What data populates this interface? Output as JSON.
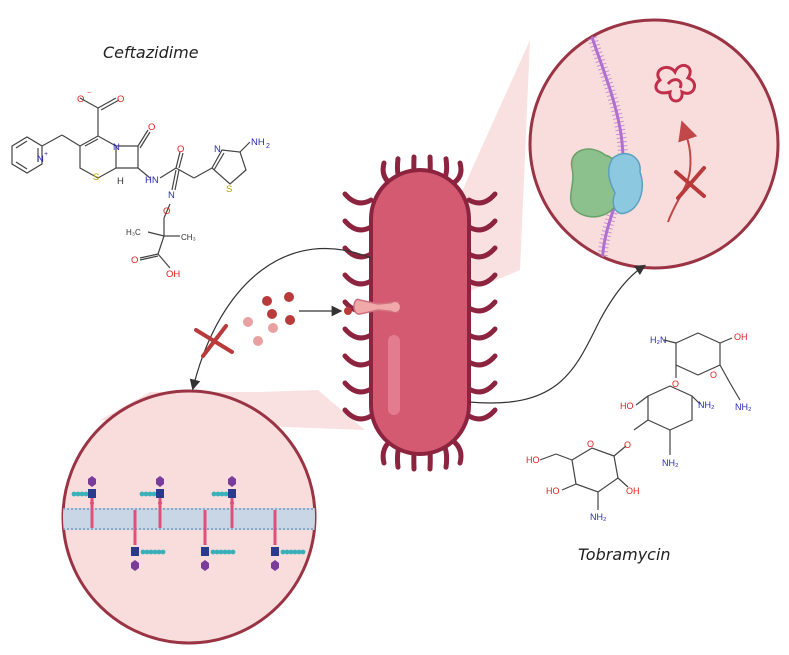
{
  "drugs": {
    "ceftazidime": "Ceftazidime",
    "tobramycin": "Tobramycin"
  },
  "ceftazidime_atoms": {
    "o_minus": "O",
    "charge": "−",
    "o": "O",
    "n_plus": "N",
    "plus": "+",
    "n": "N",
    "s": "S",
    "h": "H",
    "hn": "HN",
    "nh2": "NH",
    "nh2_sub": "2",
    "o_n": "O",
    "n_imine": "N",
    "ch3_a": "H₃C",
    "ch3_b": "CH₃",
    "o_acid": "O",
    "oh": "OH",
    "n_thiazole": "N",
    "s_thiazole": "S",
    "o_amide": "O"
  },
  "tobramycin_atoms": {
    "h2n": "H₂N",
    "oh_top": "OH",
    "o_ring1": "O",
    "o_link1": "O",
    "nh2_side": "NH₂",
    "ho_mid": "HO",
    "nh2_mid": "NH₂",
    "o_link2": "O",
    "nh2_low": "NH₂",
    "ho_left": "HO",
    "o_ring3": "O",
    "ho_bottom": "HO",
    "oh_bottom": "OH",
    "nh2_bottom": "NH₂"
  },
  "colors": {
    "bacterium_fill": "#d45a72",
    "bacterium_stroke": "#8c2440",
    "lens_fill": "#f9dcdc",
    "lens_stroke": "#9a3444",
    "beam": "#f7d5d5",
    "inhibit_x": "#b83a3a",
    "oxygen": "#e02020",
    "nitrogen": "#2a2ab8",
    "sulfur": "#b8a000",
    "membrane_blue": "#8aa8c8",
    "teal": "#3ab0b8",
    "navy": "#2a3a8c",
    "purple": "#7a3c9a",
    "pink": "#e0507a",
    "ribosome_green": "#8cc08c",
    "ribosome_blue": "#8cc8e0",
    "rna_purple": "#b070d0"
  }
}
